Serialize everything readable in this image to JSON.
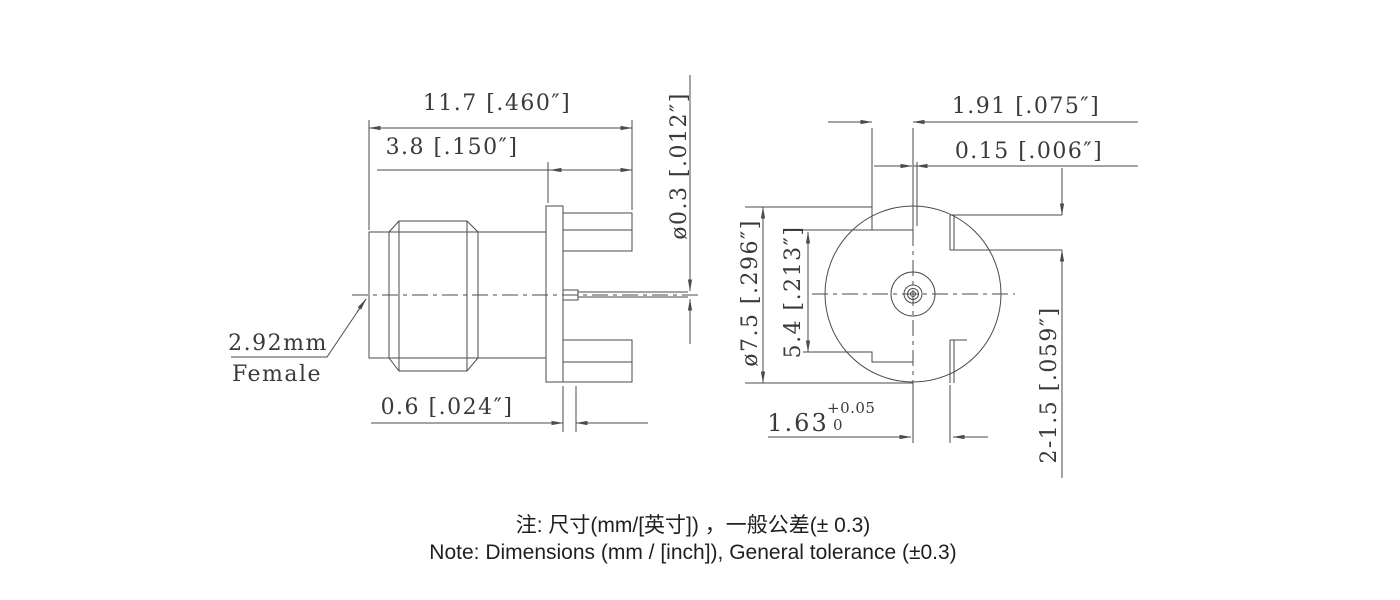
{
  "drawing": {
    "type": "connector-technical-drawing",
    "colors": {
      "background": "#ffffff",
      "line": "#4b4b4b",
      "text": "#3a3a3a"
    }
  },
  "side_view": {
    "connector_type": "2.92mm",
    "gender": "Female",
    "dim_overall": "11.7 [.460″]",
    "dim_front_section": "3.8 [.150″]",
    "dim_flange_thickness": "0.6 [.024″]",
    "dim_pin_dia": "ø0.3 [.012″]"
  },
  "front_view": {
    "dim_slot_width": "1.91 [.075″]",
    "dim_slot_offset": "0.15 [.006″]",
    "dim_flange_dia": "ø7.5 [.296″]",
    "dim_flat_span": "5.4 [.213″]",
    "dim_pin_to_leg": "1.63",
    "dim_pin_to_leg_tol_plus": "+0.05",
    "dim_pin_to_leg_tol_minus": "0",
    "dim_legs": "2-1.5 [.059″]"
  },
  "notes": {
    "line_cn": "注: 尺寸(mm/[英寸]) ，一般公差(± 0.3)",
    "line_en": "Note: Dimensions (mm / [inch]), General tolerance (±0.3)"
  }
}
